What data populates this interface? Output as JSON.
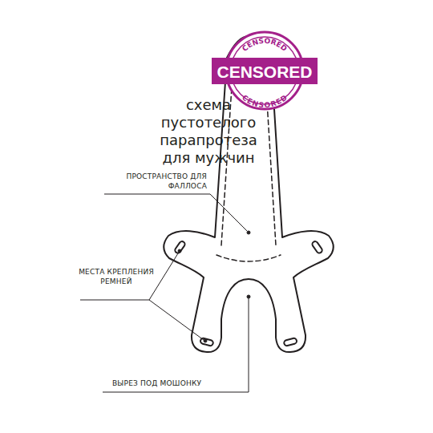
{
  "diagram": {
    "title": "схема пустотелого парапротеза для мужчин",
    "labels": [
      "ПРОСТРАНСТВО ДЛЯ ФАЛЛОСА",
      "МЕСТА КРЕПЛЕНИЯ РЕМНЕЙ",
      "ВЫРЕЗ ПОД МОШОНКУ",
      "CENSORED",
      "CENSORED",
      "CENSORED"
    ]
  }
}
